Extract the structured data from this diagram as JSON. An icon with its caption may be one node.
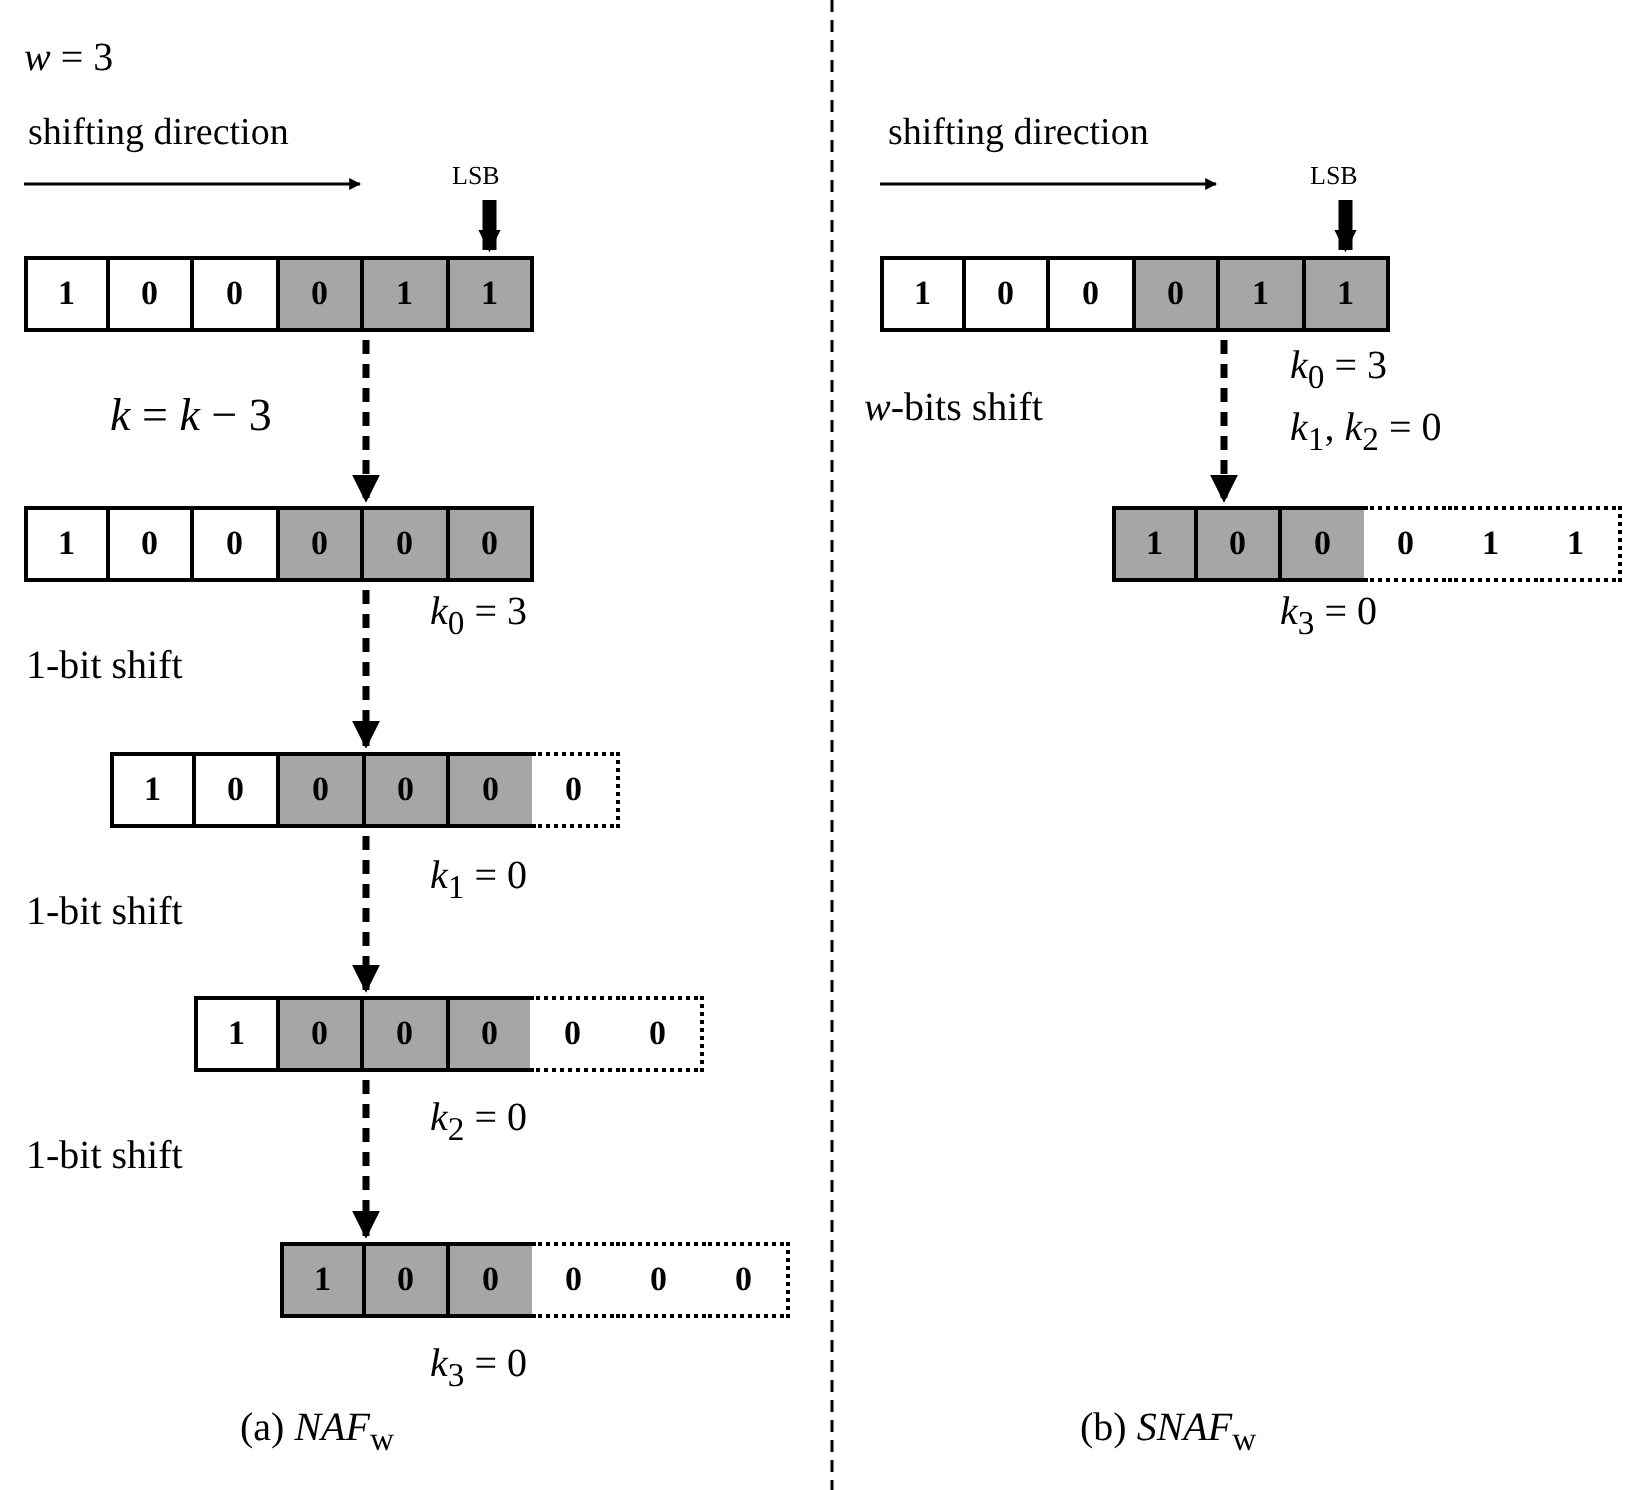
{
  "diagram": {
    "nodes": [
      {
        "text": [
          "LSB"
        ]
      },
      {
        "text": [],
        "shape": "bar"
      },
      {
        "text": [
          "1"
        ],
        "in": 1
      },
      {
        "text": [
          "0"
        ],
        "in": 1
      },
      {
        "text": [
          "0"
        ],
        "in": 1
      },
      {
        "text": [
          "0"
        ],
        "in": 1
      },
      {
        "text": [
          "1"
        ],
        "in": 1
      },
      {
        "text": [
          "1"
        ],
        "in": 1
      },
      {
        "text": [],
        "shape": "bar",
        "beside": [
          "*k*$_{0}$ = 3"
        ]
      },
      {
        "text": [
          "1"
        ],
        "in": 8
      },
      {
        "text": [
          "0"
        ],
        "in": 8
      },
      {
        "text": [
          "0"
        ],
        "in": 8
      },
      {
        "text": [
          "0"
        ],
        "in": 8
      },
      {
        "text": [
          "0"
        ],
        "in": 8
      },
      {
        "text": [
          "0"
        ],
        "in": 8
      },
      {
        "text": [],
        "shape": "bar",
        "beside": [
          "*k*$_{1}$ = 0"
        ]
      },
      {
        "text": [
          "1"
        ],
        "in": 15
      },
      {
        "text": [
          "0"
        ],
        "in": 15
      },
      {
        "text": [
          "0"
        ],
        "in": 15
      },
      {
        "text": [
          "0"
        ],
        "in": 15
      },
      {
        "text": [
          "0"
        ],
        "in": 15
      },
      {
        "text": [
          "0"
        ],
        "in": 15
      },
      {
        "text": [],
        "shape": "bar",
        "beside": [
          "*k*$_{2}$ = 0"
        ]
      },
      {
        "text": [
          "1"
        ],
        "in": 22
      },
      {
        "text": [
          "0"
        ],
        "in": 22
      },
      {
        "text": [
          "0"
        ],
        "in": 22
      },
      {
        "text": [
          "0"
        ],
        "in": 22
      },
      {
        "text": [
          "0"
        ],
        "in": 22
      },
      {
        "text": [
          "0"
        ],
        "in": 22
      },
      {
        "text": [],
        "shape": "bar",
        "beside": [
          "*k*$_{3}$ = 0"
        ]
      },
      {
        "text": [
          "1"
        ],
        "in": 29
      },
      {
        "text": [
          "0"
        ],
        "in": 29
      },
      {
        "text": [
          "0"
        ],
        "in": 29
      },
      {
        "text": [
          "0"
        ],
        "in": 29
      },
      {
        "text": [
          "0"
        ],
        "in": 29
      },
      {
        "text": [
          "0"
        ],
        "in": 29
      },
      {
        "text": [
          "LSB"
        ]
      },
      {
        "text": [],
        "shape": "bar",
        "beside": [
          "*k*$_{0}$ = 3",
          "*k*$_{1}$, *k*$_{2}$ = 0"
        ]
      },
      {
        "text": [
          "1"
        ],
        "in": 37
      },
      {
        "text": [
          "0"
        ],
        "in": 37
      },
      {
        "text": [
          "0"
        ],
        "in": 37
      },
      {
        "text": [
          "0"
        ],
        "in": 37
      },
      {
        "text": [
          "1"
        ],
        "in": 37
      },
      {
        "text": [
          "1"
        ],
        "in": 37
      },
      {
        "text": [],
        "shape": "bar",
        "beside": [
          "*k*$_{3}$ = 0"
        ]
      },
      {
        "text": [
          "1"
        ],
        "in": 44
      },
      {
        "text": [
          "0"
        ],
        "in": 44
      },
      {
        "text": [
          "0"
        ],
        "in": 44
      },
      {
        "text": [
          "0"
        ],
        "in": 44
      },
      {
        "text": [
          "1"
        ],
        "in": 44
      },
      {
        "text": [
          "1"
        ],
        "in": 44
      }
    ],
    "edges": [
      {
        "from": 0,
        "to": 7,
        "arrow": "to",
        "style": "thick"
      },
      {
        "from": 1,
        "to": 8,
        "arrow": "to",
        "style": "dashed",
        "label": "*k* = *k* − 3"
      },
      {
        "from": 8,
        "to": 15,
        "arrow": "to",
        "style": "dashed",
        "label": "1-bit shift"
      },
      {
        "from": 15,
        "to": 22,
        "arrow": "to",
        "style": "dashed",
        "label": "1-bit shift"
      },
      {
        "from": 22,
        "to": 29,
        "arrow": "to",
        "style": "dashed",
        "label": "1-bit shift"
      },
      {
        "from": 36,
        "to": 43,
        "arrow": "to",
        "style": "thick"
      },
      {
        "from": 37,
        "to": 44,
        "arrow": "to",
        "style": "dashed",
        "label": "*w*-bits shift"
      }
    ],
    "labels": [
      "*w* = 3",
      "shifting direction",
      "shifting direction",
      "(a)  *NAF*$_{w}$",
      "(b)  *SNAF*$_{w}$"
    ]
  }
}
